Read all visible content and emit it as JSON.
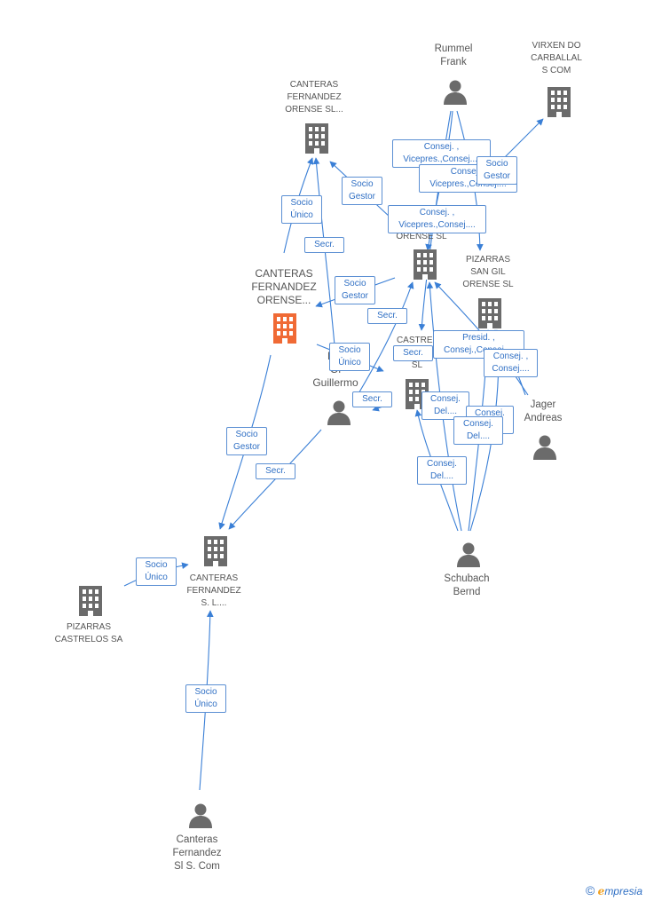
{
  "colors": {
    "edge": "#3a7fd6",
    "building": "#6b6b6b",
    "building_focus": "#f06a35",
    "person": "#6b6b6b"
  },
  "nodes": {
    "rummel": {
      "label": "Rummel\nFrank",
      "type": "person-icon"
    },
    "virxen": {
      "label": "VIRXEN DO\nCARBALLAL\nS COM",
      "type": "building-icon"
    },
    "canteras_fo_sl": {
      "label": "CANTERAS\nFERNANDEZ\nORENSE SL...",
      "type": "building-icon"
    },
    "castrelos_orense": {
      "label": "ORENSE SL",
      "type": "building-icon"
    },
    "pizarras_sangil": {
      "label": "PIZARRAS\nSAN GIL\nORENSE SL",
      "type": "building-icon"
    },
    "canteras_fo_main": {
      "label": "CANTERAS\nFERNANDEZ\nORENSE...",
      "type": "building-icon"
    },
    "fru_guillermo": {
      "label": "Fru\nOl\nGuillermo",
      "type": "person-icon"
    },
    "castrel_el_sl": {
      "label": "CASTREL\nEL\nSL",
      "type": "building-icon"
    },
    "jager": {
      "label": "Jager\nAndreas",
      "type": "person-icon"
    },
    "canteras_fsl": {
      "label": "CANTERAS\nFERNANDEZ\nS. L....",
      "type": "building-icon"
    },
    "pizarras_castrelos": {
      "label": "PIZARRAS\nCASTRELOS SA",
      "type": "building-icon"
    },
    "schubach": {
      "label": "Schubach\nBernd",
      "type": "person-icon"
    },
    "canteras_com": {
      "label": "Canteras\nFernandez\nSl S. Com",
      "type": "person-icon"
    }
  },
  "edge_labels": {
    "l1": "Consej. ,\nVicepres.,Consej....",
    "l2": "Consej. ,\nVicepres.,Consej....",
    "l3": "Socio\nGestor",
    "l4": "Socio\nGestor",
    "l5": "Socio\nÚnico",
    "l6": "Consej. ,\nVicepres.,Consej....",
    "l7": "Secr.",
    "l8": "Socio\nGestor",
    "l9": "Secr.",
    "l10": "Presid. ,\nConsej.,Consej....",
    "l11": "Socio\nÚnico",
    "l12": "Secr.",
    "l13": "Consej. ,\nConsej....",
    "l14": "Secr.",
    "l15": "Consej.\nDel....",
    "l16": "Consej.\nDel....",
    "l17": "Consej.\nDel....",
    "l18": "Socio\nGestor",
    "l19": "Secr.",
    "l20": "Consej.\nDel....",
    "l21": "Socio\nÚnico",
    "l22": "Socio\nÚnico"
  },
  "footer": {
    "copyright": "©",
    "brand_e": "e",
    "brand_rest": "mpresia"
  }
}
